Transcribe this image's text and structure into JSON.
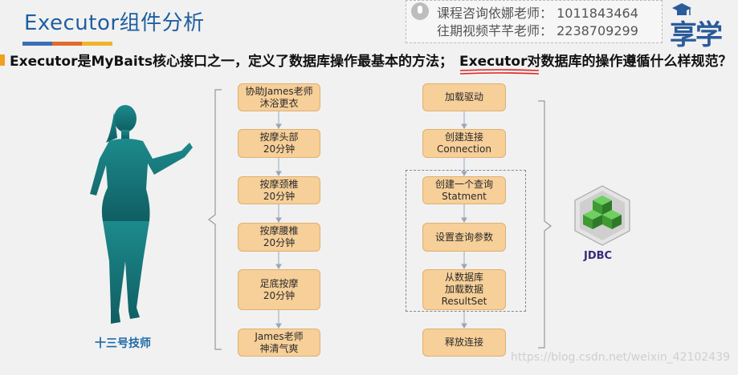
{
  "slide": {
    "title": "Executor组件分析",
    "contact_line1": "课程咨询依娜老师：  1011843464",
    "contact_line2": "往期视频芊芊老师：  2238709299",
    "logo_text": "享学",
    "heading": "Executor是MyBaits核心接口之一，定义了数据库操作最基本的方法；",
    "heading_question": "Executor对数据库的操作遵循什么样规范？",
    "figure_label": "十三号技师",
    "left_steps": [
      [
        "协助James老师",
        "沐浴更衣"
      ],
      [
        "按摩头部",
        "20分钟"
      ],
      [
        "按摩颈椎",
        "20分钟"
      ],
      [
        "按摩腰椎",
        "20分钟"
      ],
      [
        "足底按摩",
        "20分钟"
      ],
      [
        "James老师",
        "神清气爽"
      ]
    ],
    "right_steps": [
      [
        "加载驱动"
      ],
      [
        "创建连接",
        "Connection"
      ],
      [
        "创建一个查询",
        "Statment"
      ],
      [
        "设置查询参数"
      ],
      [
        "从数据库",
        "加载数据",
        "ResultSet"
      ],
      [
        "释放连接"
      ]
    ],
    "jdbc_label": "JDBC",
    "watermark": "https://blog.csdn.net/weixin_42102439"
  },
  "colors": {
    "title": "#1f5f9f",
    "step_box": "#f6cf99",
    "step_border": "#e0b070",
    "figure": "#1a7e82",
    "underline": "#e02020",
    "jdbc_green": "#4aa83a"
  }
}
